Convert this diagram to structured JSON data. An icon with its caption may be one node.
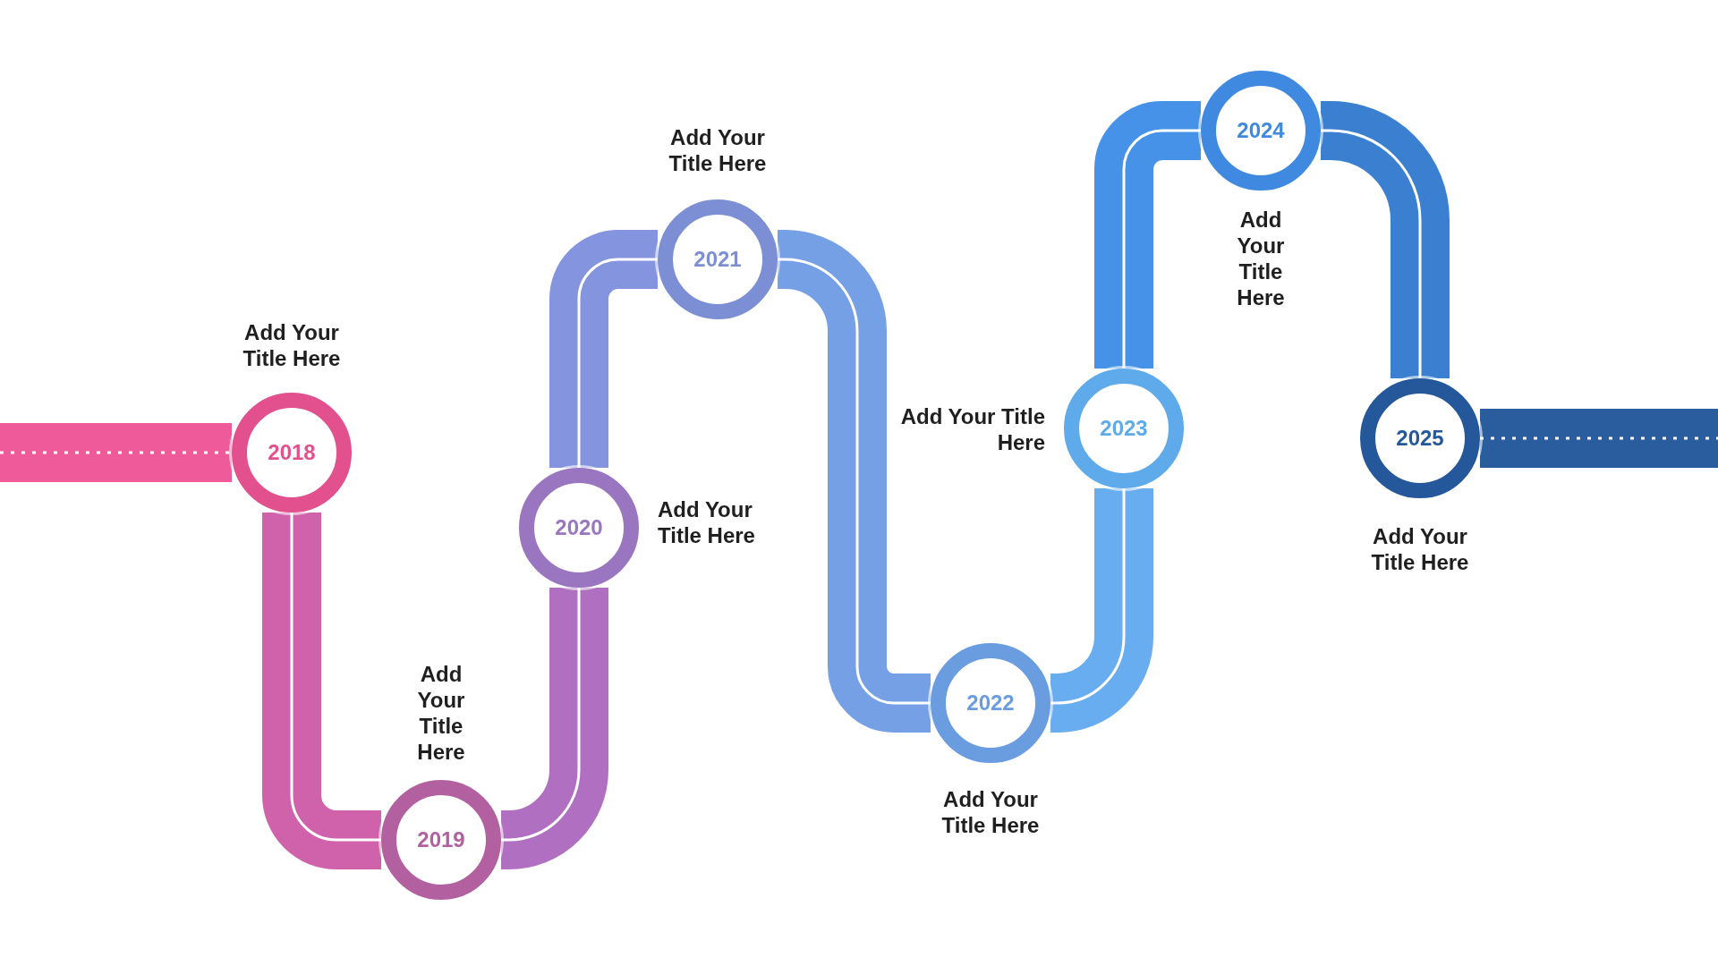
{
  "diagram": {
    "nodes": [
      {
        "text": [
          "2018"
        ],
        "beside": [
          "Add Your Title Here"
        ]
      },
      {
        "text": [
          "2019"
        ],
        "beside": [
          "Add Your Title Here"
        ]
      },
      {
        "text": [
          "2020"
        ],
        "beside": [
          "Add Your Title Here"
        ]
      },
      {
        "text": [
          "2021"
        ],
        "beside": [
          "Add Your Title Here"
        ]
      },
      {
        "text": [
          "2022"
        ],
        "beside": [
          "Add Your Title Here"
        ]
      },
      {
        "text": [
          "2023"
        ],
        "beside": [
          "Add Your Title Here"
        ]
      },
      {
        "text": [
          "2024"
        ],
        "beside": [
          "Add Your Title Here"
        ]
      },
      {
        "text": [
          "2025"
        ],
        "beside": [
          "Add Your Title Here"
        ]
      }
    ],
    "edges": [
      {
        "from": null,
        "to": 0,
        "arrow": "none",
        "color": "#ee5a9a"
      },
      {
        "from": 0,
        "to": 1,
        "arrow": "none",
        "color": "#cf62aa"
      },
      {
        "from": 1,
        "to": 2,
        "arrow": "none",
        "color": "#b06fc0"
      },
      {
        "from": 2,
        "to": 3,
        "arrow": "none",
        "color": "#8494de"
      },
      {
        "from": 3,
        "to": 4,
        "arrow": "none",
        "color": "#75a0e6"
      },
      {
        "from": 4,
        "to": 5,
        "arrow": "none",
        "color": "#68adf0"
      },
      {
        "from": 5,
        "to": 6,
        "arrow": "none",
        "color": "#4592e8"
      },
      {
        "from": 6,
        "to": 7,
        "arrow": "none",
        "color": "#3a7fd0"
      },
      {
        "from": 7,
        "to": null,
        "arrow": "none",
        "color": "#2a5d9e"
      }
    ]
  }
}
